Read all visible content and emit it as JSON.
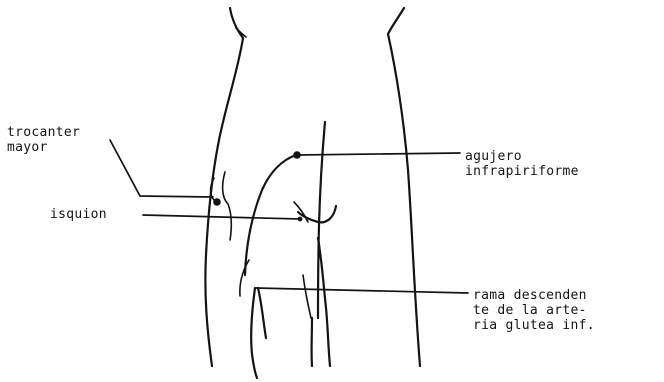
{
  "labels": {
    "trocanter": "trocanter\nmayor",
    "isquion": "isquion",
    "agujero": "agujero\ninfrapiriforme",
    "rama": "rama descenden\nte de la arte-\nria glutea inf."
  },
  "colors": {
    "ink": "#141414",
    "background": "#ffffff"
  }
}
